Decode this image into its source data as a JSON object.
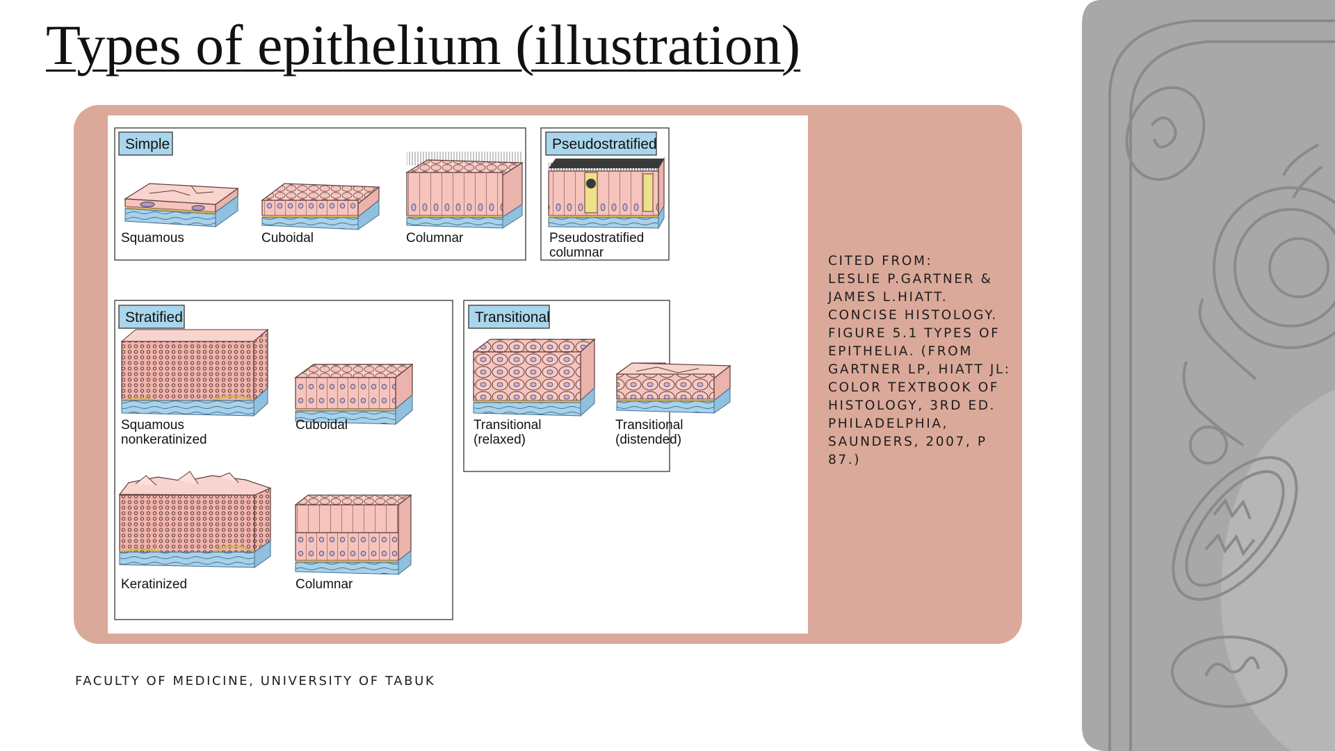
{
  "slide": {
    "title": "Types of epithelium (illustration)",
    "footer": "FACULTY OF MEDICINE, UNIVERSITY OF TABUK",
    "citation_lines": [
      "CITED FROM:",
      "LESLIE P.GARTNER &",
      "JAMES L.HIATT.",
      "CONCISE HISTOLOGY.",
      "FIGURE 5.1 TYPES OF",
      "EPITHELIA. (FROM",
      "GARTNER LP, HIATT JL:",
      "COLOR TEXTBOOK OF",
      "HISTOLOGY, 3RD ED.",
      "PHILADELPHIA,",
      "SAUNDERS, 2007, P",
      "87.)"
    ]
  },
  "figure": {
    "simple": {
      "heading": "Simple",
      "squamous": "Squamous",
      "cuboidal": "Cuboidal",
      "columnar": "Columnar"
    },
    "pseudostratified": {
      "heading": "Pseudostratified",
      "label_line1": "Pseudostratified",
      "label_line2": "columnar"
    },
    "stratified": {
      "heading": "Stratified",
      "squamous_line1": "Squamous",
      "squamous_line2": "nonkeratinized",
      "cuboidal": "Cuboidal",
      "keratinized": "Keratinized",
      "columnar": "Columnar"
    },
    "transitional": {
      "heading": "Transitional",
      "relaxed_line1": "Transitional",
      "relaxed_line2": "(relaxed)",
      "distended_line1": "Transitional",
      "distended_line2": "(distended)"
    }
  },
  "colors": {
    "card": "#dba99a",
    "cell": "#f6c3bd",
    "cell_dark": "#e8a59c",
    "basement": "#d9b25a",
    "connective": "#a9d2ea",
    "heading_box": "#a9d6ec",
    "nucleus": "#a99ac8",
    "deco_gray": "#a8a8a8"
  }
}
